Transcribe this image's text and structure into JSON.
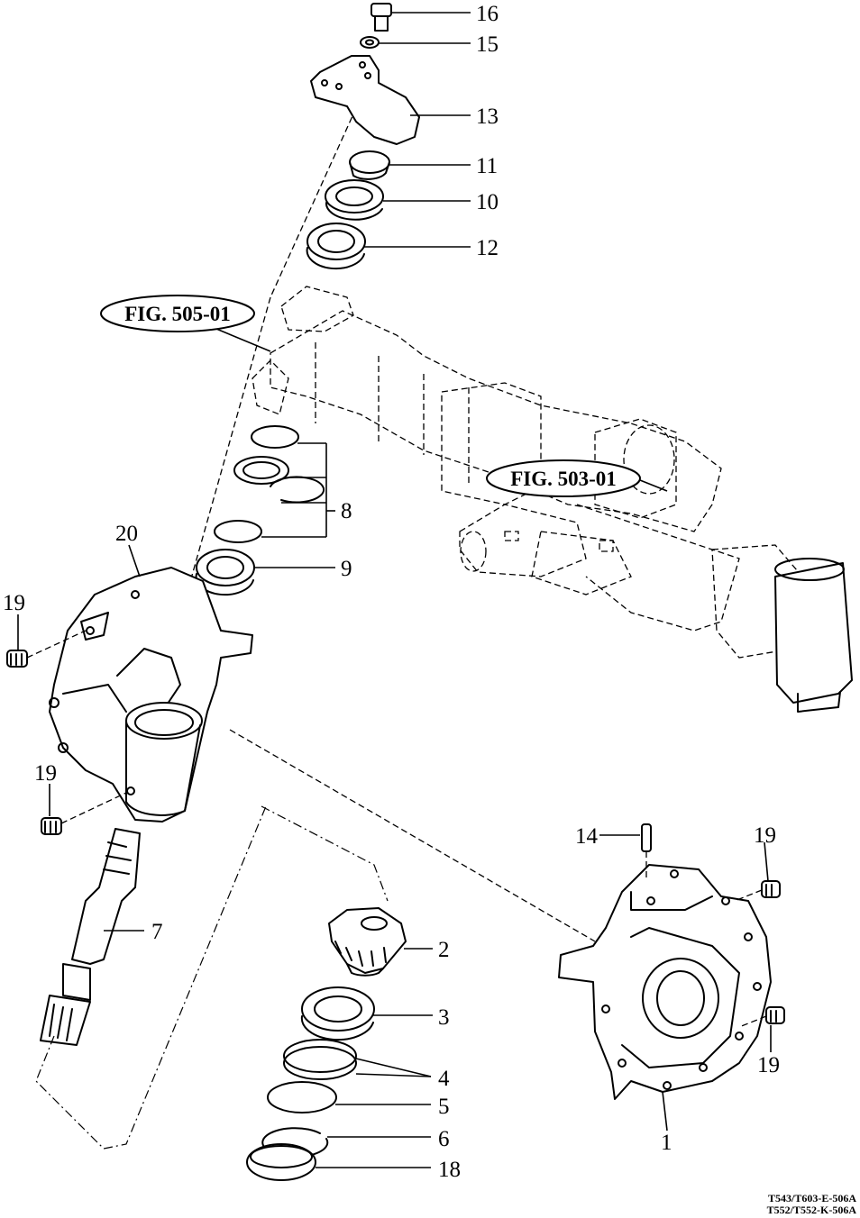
{
  "references": {
    "fig_a": "FIG. 505-01",
    "fig_b": "FIG. 503-01"
  },
  "callouts": {
    "c16": "16",
    "c15": "15",
    "c13": "13",
    "c11": "11",
    "c10": "10",
    "c12": "12",
    "c8": "8",
    "c9": "9",
    "c20": "20",
    "c19a": "19",
    "c19b": "19",
    "c19c": "19",
    "c19d": "19",
    "c14": "14",
    "c7": "7",
    "c2": "2",
    "c3": "3",
    "c4": "4",
    "c5": "5",
    "c6": "6",
    "c18": "18",
    "c1": "1"
  },
  "drawing_codes": {
    "line1": "T543/T603-E-506A",
    "line2": "T552/T552-K-506A"
  }
}
